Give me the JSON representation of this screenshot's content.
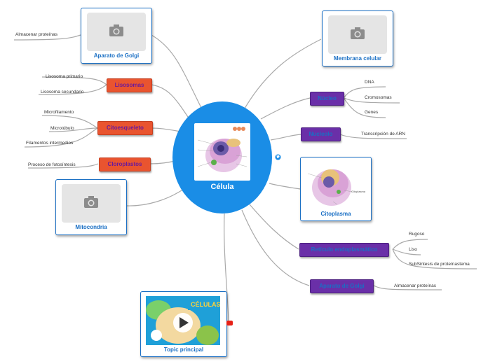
{
  "central": {
    "title": "Célula"
  },
  "cards": {
    "golgi_left": "Aparato de Golgi",
    "membrana": "Membrana celular",
    "citoplasma": "Citoplasma",
    "mitocondria": "Mitocondria",
    "topic": "Topic principal"
  },
  "pills": {
    "lisosomas": "Lisosomas",
    "citoesqueleto": "Citoesqueleto",
    "cloroplastos": "Cloroplastos",
    "nucleo": "Núcleo",
    "nucleolo": "Nucleolo",
    "reticulo": "Retículo endoplasmático",
    "golgi_right": "Aparato de Golgi"
  },
  "leaves": {
    "almacenar_left": "Almacenar proteínas",
    "lisosoma_primario": "Lisosoma primario",
    "lisosoma_secundario": "Lisosoma secundario",
    "microfilamento": "Microfilamento",
    "microtubulo": "Microtúbulo",
    "filamentos": "Filamentos intermedios",
    "fotosintesis": "Proceso de fotosíntesis",
    "dna": "DNA",
    "cromosomas": "Cromosomas",
    "genes": "Genes",
    "arn": "Transcripción de ARN",
    "rugoso": "Rugoso",
    "liso": "Liso",
    "subsintesis": "SubSintesis de proteínastema",
    "almacenar_right": "Almacenar proteínas"
  },
  "thumbnail_text": {
    "celulas": "CÉLULAS",
    "citoplasma": "Citoplasma"
  },
  "colors": {
    "central": "#1a8de6",
    "orange_node": "#e9542f",
    "purple_node": "#6a2fa8",
    "card_border": "#1a6fc4"
  }
}
